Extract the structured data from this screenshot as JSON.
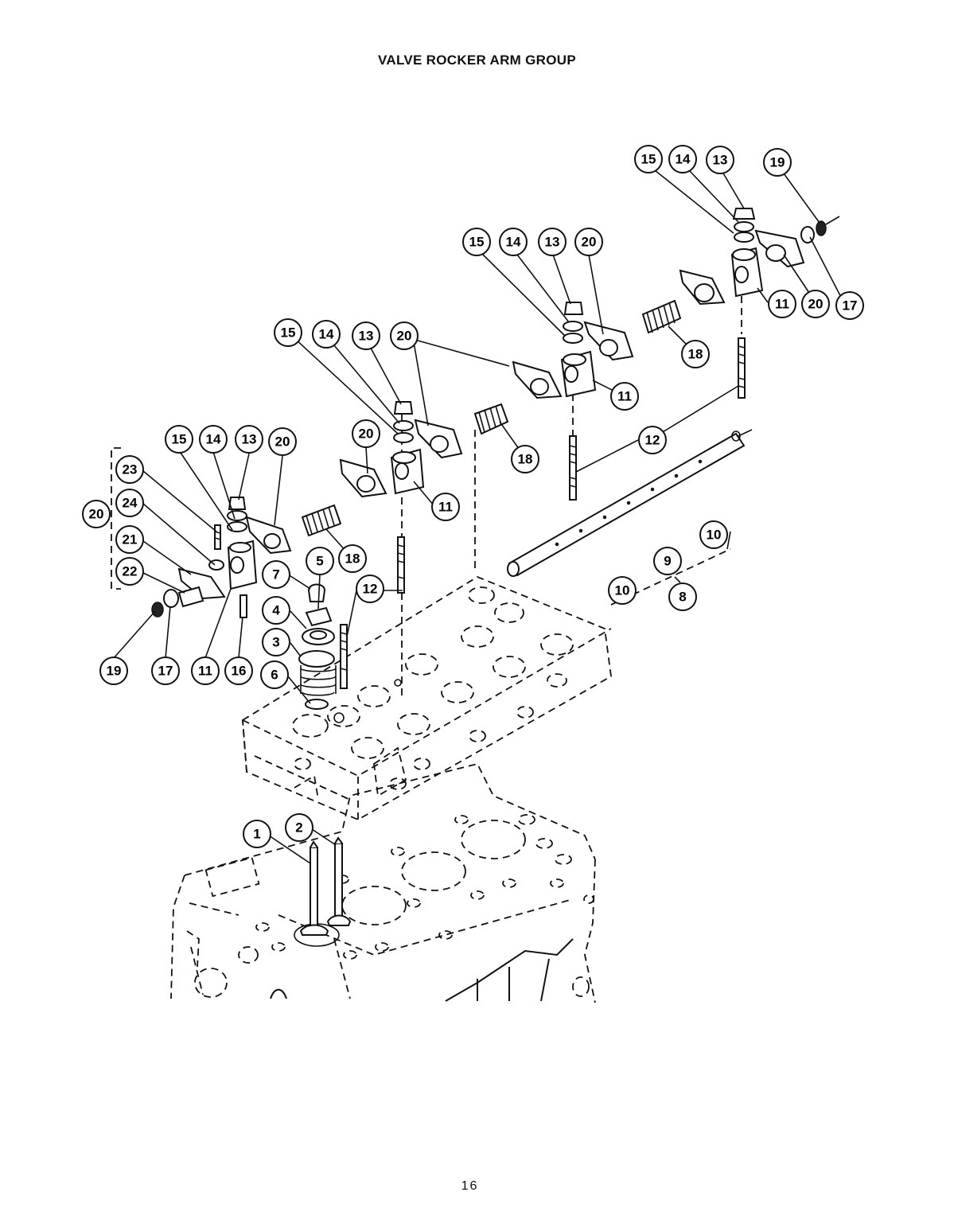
{
  "title": "VALVE ROCKER ARM GROUP",
  "page_number": "16",
  "callouts": [
    {
      "id": "c-15-a",
      "label": "15"
    },
    {
      "id": "c-14-a",
      "label": "14"
    },
    {
      "id": "c-13-a",
      "label": "13"
    },
    {
      "id": "c-19-a",
      "label": "19"
    },
    {
      "id": "c-15-b",
      "label": "15"
    },
    {
      "id": "c-14-b",
      "label": "14"
    },
    {
      "id": "c-13-b",
      "label": "13"
    },
    {
      "id": "c-20-b",
      "label": "20"
    },
    {
      "id": "c-11-a",
      "label": "11"
    },
    {
      "id": "c-20-c",
      "label": "20"
    },
    {
      "id": "c-17-a",
      "label": "17"
    },
    {
      "id": "c-15-c",
      "label": "15"
    },
    {
      "id": "c-14-c",
      "label": "14"
    },
    {
      "id": "c-13-c",
      "label": "13"
    },
    {
      "id": "c-20-d",
      "label": "20"
    },
    {
      "id": "c-18-a",
      "label": "18"
    },
    {
      "id": "c-11-b",
      "label": "11"
    },
    {
      "id": "c-12-a",
      "label": "12"
    },
    {
      "id": "c-20-e",
      "label": "20"
    },
    {
      "id": "c-18-b",
      "label": "18"
    },
    {
      "id": "c-11-c",
      "label": "11"
    },
    {
      "id": "c-15-d",
      "label": "15"
    },
    {
      "id": "c-14-d",
      "label": "14"
    },
    {
      "id": "c-13-d",
      "label": "13"
    },
    {
      "id": "c-20-f",
      "label": "20"
    },
    {
      "id": "c-23",
      "label": "23"
    },
    {
      "id": "c-20-g",
      "label": "20"
    },
    {
      "id": "c-24",
      "label": "24"
    },
    {
      "id": "c-21",
      "label": "21"
    },
    {
      "id": "c-22",
      "label": "22"
    },
    {
      "id": "c-18-c",
      "label": "18"
    },
    {
      "id": "c-5",
      "label": "5"
    },
    {
      "id": "c-7",
      "label": "7"
    },
    {
      "id": "c-12-b",
      "label": "12"
    },
    {
      "id": "c-4",
      "label": "4"
    },
    {
      "id": "c-3",
      "label": "3"
    },
    {
      "id": "c-6",
      "label": "6"
    },
    {
      "id": "c-19-b",
      "label": "19"
    },
    {
      "id": "c-17-b",
      "label": "17"
    },
    {
      "id": "c-11-d",
      "label": "11"
    },
    {
      "id": "c-16",
      "label": "16"
    },
    {
      "id": "c-10-a",
      "label": "10"
    },
    {
      "id": "c-9",
      "label": "9"
    },
    {
      "id": "c-10-b",
      "label": "10"
    },
    {
      "id": "c-8",
      "label": "8"
    },
    {
      "id": "c-1",
      "label": "1"
    },
    {
      "id": "c-2",
      "label": "2"
    }
  ]
}
